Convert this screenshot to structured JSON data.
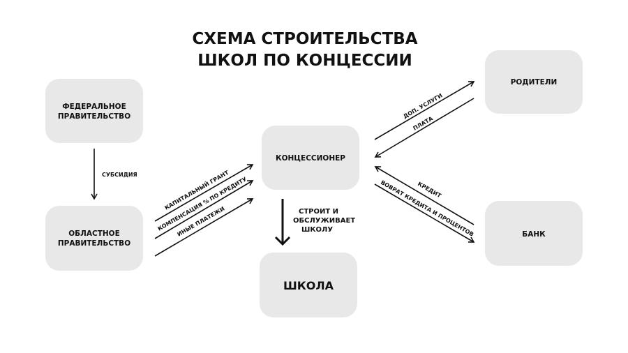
{
  "title": {
    "line1": "СХЕМА СТРОИТЕЛЬСТВА",
    "line2": "ШКОЛ ПО КОНЦЕССИИ"
  },
  "nodes": {
    "federal": {
      "line1": "ФЕДЕРАЛЬНОЕ",
      "line2": "ПРАВИТЕЛЬСТВО"
    },
    "regional": {
      "line1": "ОБЛАСТНОЕ",
      "line2": "ПРАВИТЕЛЬСТВО"
    },
    "concessioner": "КОНЦЕССИОНЕР",
    "school": "ШКОЛА",
    "parents": "РОДИТЕЛИ",
    "bank": "БАНК"
  },
  "edges": {
    "subsidy": "СУБСИДИЯ",
    "capital_grant": "КАПИТАЛЬНЫЙ ГРАНТ",
    "credit_compensation": "КОМПЕНСАЦИЯ % ПО КРЕДИТУ",
    "other_payments": "ИНЫЕ ПЛАТЕЖИ",
    "builds": {
      "line1": "СТРОИТ И",
      "line2": "ОБСЛУЖИВАЕТ",
      "line3": "ШКОЛУ"
    },
    "extra_services": "ДОП. УСЛУГИ",
    "payment": "ПЛАТА",
    "credit": "КРЕДИТ",
    "repayment": "ВОВРАТ КРЕДИТА И ПРОЦЕНТОВ"
  }
}
